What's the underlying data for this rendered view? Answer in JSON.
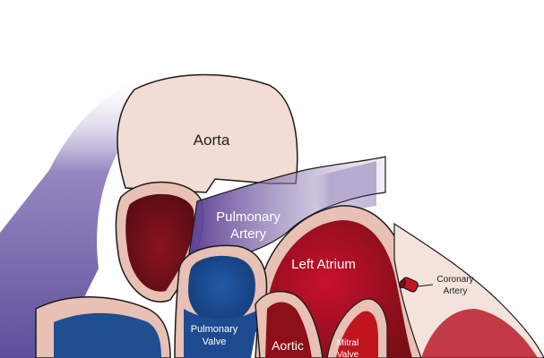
{
  "labels": {
    "aorta": "Aorta",
    "pulmonary_artery_line1": "Pulmonary",
    "pulmonary_artery_line2": "Artery",
    "left_atrium": "Left Atrium",
    "coronary_artery_line1": "Coronary",
    "coronary_artery_line2": "Artery",
    "pulmonary_valve_line1": "Pulmonary",
    "pulmonary_valve_line2": "Valve",
    "aortic_valve": "Aortic",
    "mitral_valve_line1": "Mitral",
    "mitral_valve_line2": "Valve"
  },
  "colors": {
    "vessel_wall": "#e8c0b4",
    "tissue": "#f2d8d0",
    "deoxygenated_blood": "#5a3e8c",
    "venous_blue": "#1f4f8f",
    "oxygenated_blood": "#b0141e",
    "dark_red": "#6e0f14",
    "outline": "#1a1a1a"
  }
}
